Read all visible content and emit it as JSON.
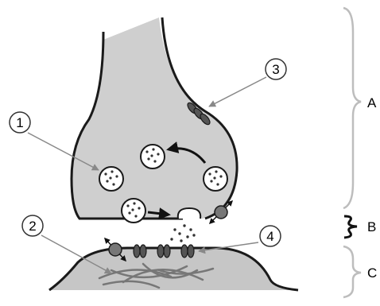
{
  "callouts": [
    "1",
    "2",
    "3",
    "4"
  ],
  "brackets": [
    "A",
    "B",
    "C"
  ],
  "colors": {
    "terminal_fill": "#cccccc",
    "outline": "#1a1a1a",
    "bracket_gray": "#bdbdbd",
    "arrow_gray": "#888888",
    "channel": "#555555",
    "receptor": "#777777"
  }
}
